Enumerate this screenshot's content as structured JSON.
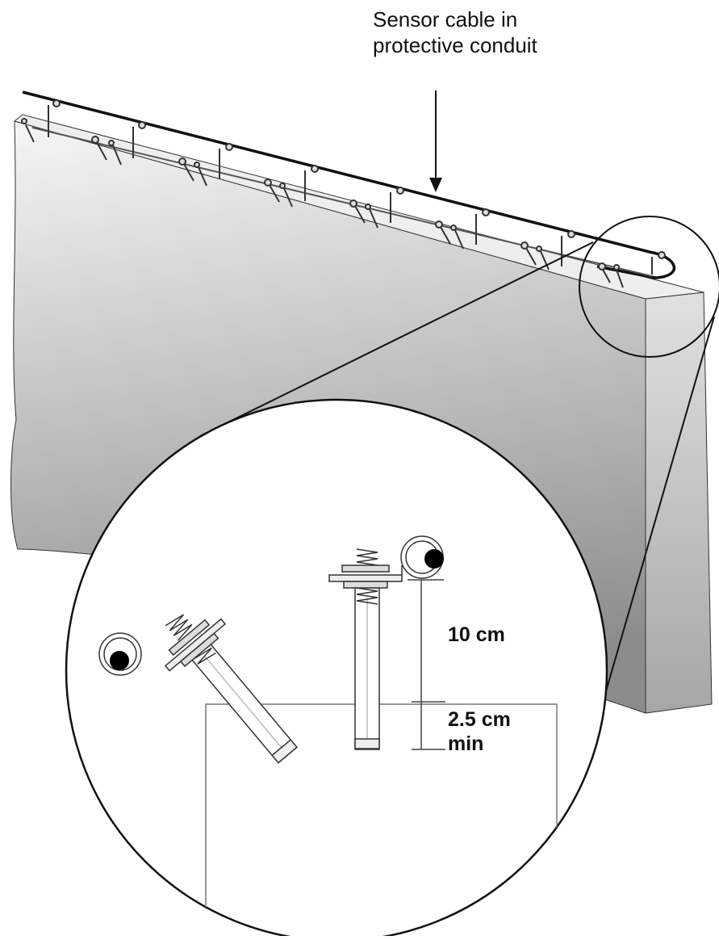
{
  "labels": {
    "callout_line1": "Sensor cable in",
    "callout_line2": "protective conduit",
    "spacing_label": "10 cm",
    "depth_label_line1": "2.5 cm",
    "depth_label_line2": "min"
  },
  "colors": {
    "wall_light": "#f4f4f4",
    "wall_dark": "#8f8f8f",
    "wall_side": "#c9c9c9",
    "line": "#111111",
    "thin_line": "#555555"
  }
}
